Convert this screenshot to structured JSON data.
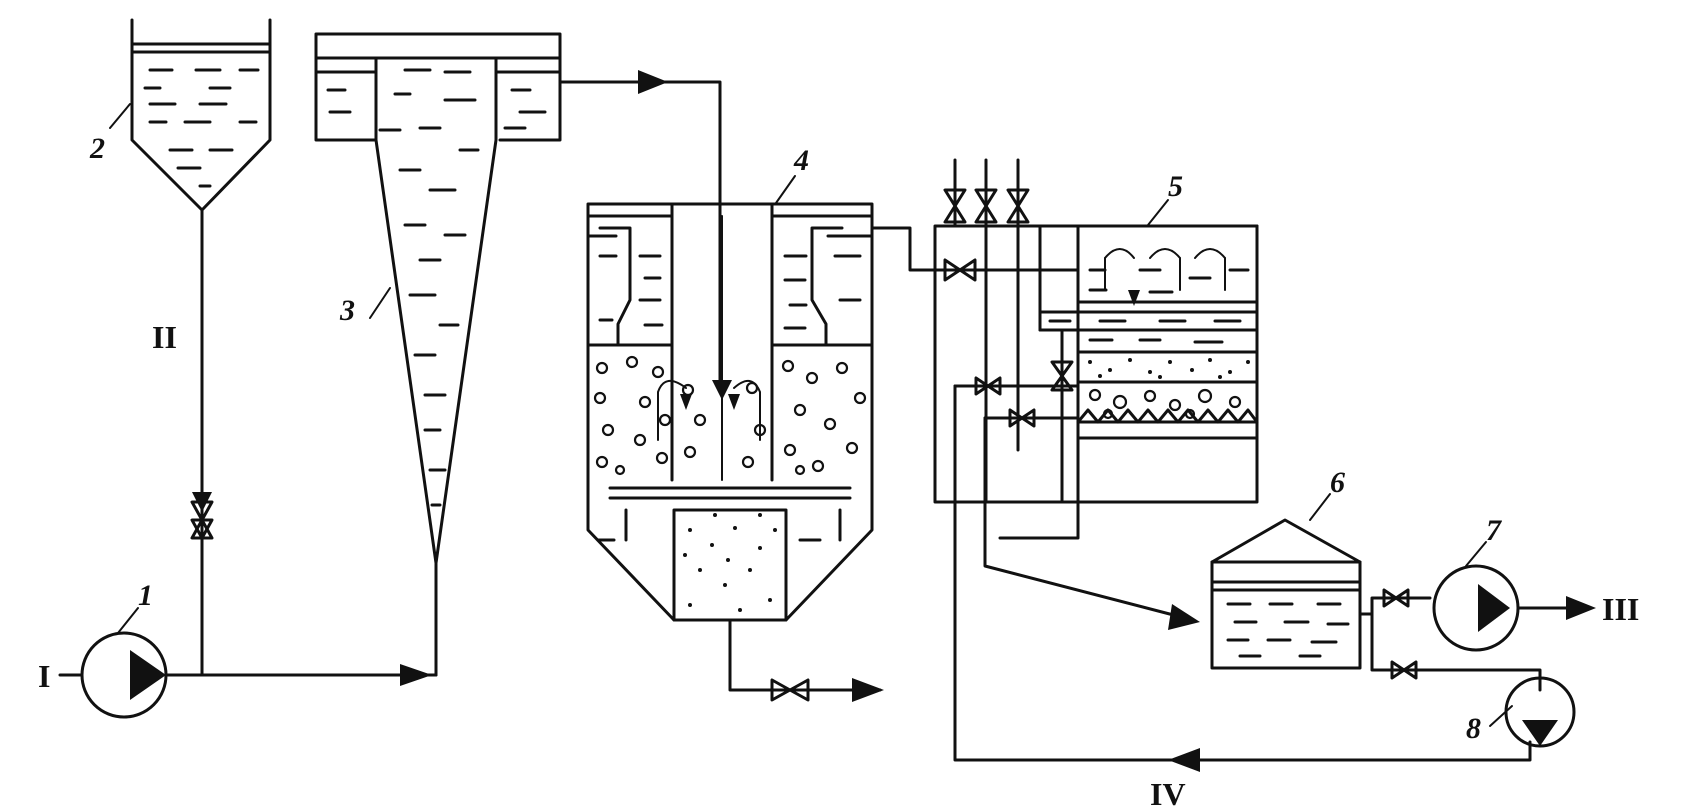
{
  "diagram": {
    "component_numbers": [
      "1",
      "2",
      "3",
      "4",
      "5",
      "6",
      "7",
      "8"
    ],
    "stream_labels": {
      "I": "I",
      "II": "II",
      "III": "III",
      "IV": "IV"
    }
  }
}
